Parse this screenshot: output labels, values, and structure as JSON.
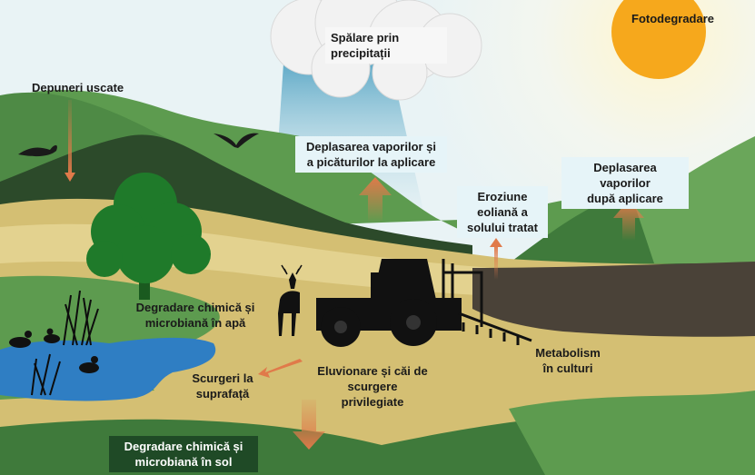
{
  "title": "",
  "labels": {
    "photodegradation": "Fotodegradare",
    "washout_line1": "Spălare prin",
    "washout_line2": "precipitații",
    "dry_deposition": "Depuneri uscate",
    "drift_app_line1": "Deplasarea vaporilor și",
    "drift_app_line2": "a picăturilor la aplicare",
    "wind_erosion_line1": "Eroziune",
    "wind_erosion_line2": "eoliană a",
    "wind_erosion_line3": "solului tratat",
    "drift_after_line1": "Deplasarea vaporilor",
    "drift_after_line2": "după aplicare",
    "water_degradation_line1": "Degradare chimică și",
    "water_degradation_line2": "microbiană în apă",
    "crop_metabolism_line1": "Metabolism",
    "crop_metabolism_line2": "în culturi",
    "surface_runoff_line1": "Scurgeri la",
    "surface_runoff_line2": "suprafață",
    "leaching_line1": "Eluvionare și căi de",
    "leaching_line2": "scurgere",
    "leaching_line3": "privilegiate",
    "soil_degradation_line1": "Degradare chimică și",
    "soil_degradation_line2": "microbiană în sol"
  },
  "colors": {
    "sky": "#eef5f6",
    "sun": "#f6a81c",
    "hill_green": "#5d9b4f",
    "hill_dark": "#2c4a2a",
    "field_tan": "#d4bf73",
    "water": "#2f7ec3",
    "arrow": "#e07a4a",
    "label_box": "#e6f4f8",
    "soil_box": "#1f4a26"
  },
  "icons": [
    "sun-icon",
    "cloud-icon",
    "bird-icon",
    "tree-icon",
    "deer-icon",
    "duck-icon",
    "reed-icon",
    "tractor-icon",
    "sprayer-icon"
  ]
}
